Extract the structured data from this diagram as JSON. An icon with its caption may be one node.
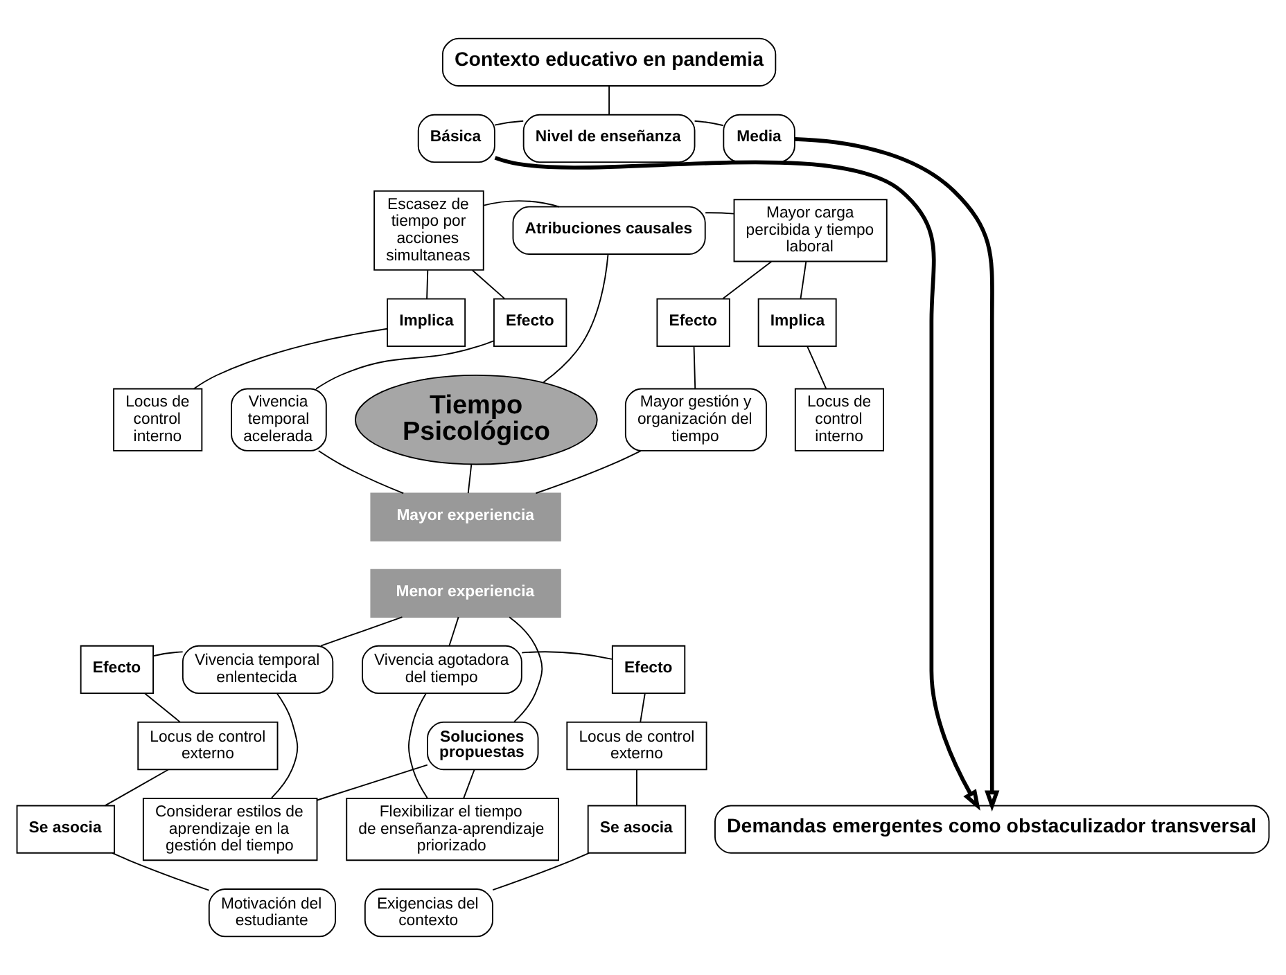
{
  "diagram": {
    "nodes": [
      {
        "text": [
          "Contexto educativo en pandemia"
        ]
      },
      {
        "text": [
          "Básica"
        ]
      },
      {
        "text": [
          "Nivel de enseñanza"
        ]
      },
      {
        "text": [
          "Media"
        ]
      },
      {
        "text": [
          "Escasez de tiempo por acciones simultaneas"
        ]
      },
      {
        "text": [
          "Atribuciones causales"
        ]
      },
      {
        "text": [
          "Mayor carga percibida y tiempo laboral"
        ]
      },
      {
        "text": [
          "Efecto"
        ]
      },
      {
        "text": [
          "Efecto"
        ]
      },
      {
        "text": [
          "Implica"
        ]
      },
      {
        "text": [
          "Tiempo Psicológico"
        ]
      },
      {
        "text": [
          "Implica"
        ]
      },
      {
        "text": [
          "Locus de control interno"
        ]
      },
      {
        "text": [
          "Vivencia temporal acelerada"
        ]
      },
      {
        "text": [
          "Mayor gestión y organización del tiempo"
        ]
      },
      {
        "text": [
          "Locus de control interno"
        ]
      },
      {
        "text": [
          "Mayor experiencia"
        ]
      },
      {
        "text": [
          "Menor experiencia"
        ]
      },
      {
        "text": [
          "Efecto"
        ]
      },
      {
        "text": [
          "Vivencia temporal enlentecida"
        ]
      },
      {
        "text": [
          "Vivencia agotadora del tiempo"
        ]
      },
      {
        "text": [
          "Efecto"
        ]
      },
      {
        "text": [
          "Locus de control externo"
        ]
      },
      {
        "text": [
          "Soluciones propuestas"
        ]
      },
      {
        "text": [
          "Locus de control externo"
        ]
      },
      {
        "text": [
          "Se asocia"
        ]
      },
      {
        "text": [
          "Se asocia"
        ]
      },
      {
        "text": [
          "Motivación del estudiante"
        ]
      },
      {
        "text": [
          "Considerar estilos de aprendizaje en la gestión del tiempo"
        ]
      },
      {
        "text": [
          "Flexibilizar el tiempo de enseñanza-aprendizaje priorizado"
        ]
      },
      {
        "text": [
          "Exigencias del contexto"
        ]
      },
      {
        "text": [
          "Demandas emergentes como obstaculizador transversal"
        ]
      }
    ],
    "edges": [
      {
        "from": 0,
        "to": 2,
        "arrow": "none"
      },
      {
        "from": 1,
        "to": 2,
        "arrow": "none"
      },
      {
        "from": 2,
        "to": 3,
        "arrow": "none"
      },
      {
        "from": 4,
        "to": 5,
        "arrow": "none"
      },
      {
        "from": 5,
        "to": 6,
        "arrow": "none"
      },
      {
        "from": 4,
        "to": 7,
        "arrow": "none"
      },
      {
        "from": 7,
        "to": 13,
        "arrow": "none"
      },
      {
        "from": 4,
        "to": 9,
        "arrow": "none"
      },
      {
        "from": 9,
        "to": 12,
        "arrow": "none"
      },
      {
        "from": 6,
        "to": 8,
        "arrow": "none"
      },
      {
        "from": 8,
        "to": 14,
        "arrow": "none"
      },
      {
        "from": 6,
        "to": 11,
        "arrow": "none"
      },
      {
        "from": 11,
        "to": 15,
        "arrow": "none"
      },
      {
        "from": 5,
        "to": 10,
        "arrow": "none"
      },
      {
        "from": 13,
        "to": 16,
        "arrow": "none"
      },
      {
        "from": 10,
        "to": 16,
        "arrow": "none"
      },
      {
        "from": 14,
        "to": 16,
        "arrow": "none"
      },
      {
        "from": 17,
        "to": 19,
        "arrow": "none"
      },
      {
        "from": 17,
        "to": 23,
        "arrow": "none"
      },
      {
        "from": 17,
        "to": 20,
        "arrow": "none"
      },
      {
        "from": 18,
        "to": 19,
        "arrow": "none"
      },
      {
        "from": 18,
        "to": 22,
        "arrow": "none"
      },
      {
        "from": 22,
        "to": 25,
        "arrow": "none"
      },
      {
        "from": 25,
        "to": 27,
        "arrow": "none"
      },
      {
        "from": 19,
        "to": 28,
        "arrow": "none"
      },
      {
        "from": 23,
        "to": 28,
        "arrow": "none"
      },
      {
        "from": 23,
        "to": 29,
        "arrow": "none"
      },
      {
        "from": 20,
        "to": 29,
        "arrow": "none"
      },
      {
        "from": 20,
        "to": 21,
        "arrow": "none"
      },
      {
        "from": 21,
        "to": 24,
        "arrow": "none"
      },
      {
        "from": 24,
        "to": 26,
        "arrow": "none"
      },
      {
        "from": 26,
        "to": 30,
        "arrow": "none"
      },
      {
        "from": 1,
        "to": 31,
        "arrow": "to",
        "style": "thick"
      },
      {
        "from": 3,
        "to": 31,
        "arrow": "to",
        "style": "thick"
      }
    ]
  }
}
